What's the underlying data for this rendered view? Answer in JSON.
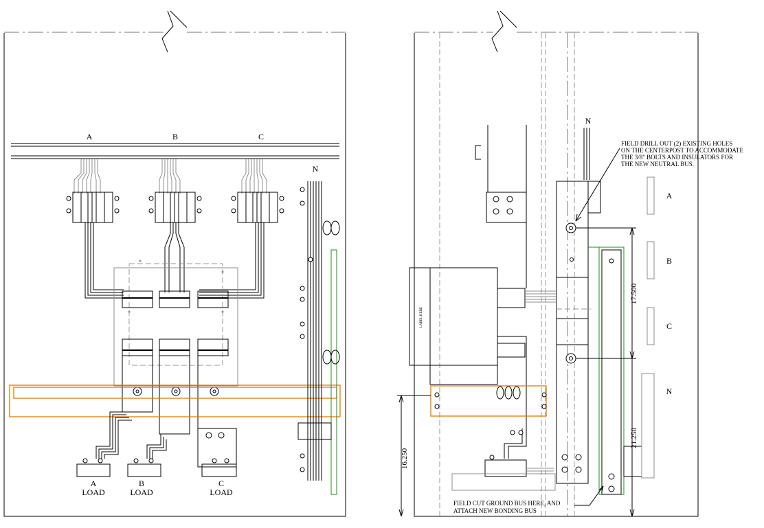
{
  "left_view": {
    "phase_labels": [
      "A",
      "B",
      "C"
    ],
    "neutral_label": "N",
    "load_labels": [
      {
        "phase": "A",
        "load": "LOAD"
      },
      {
        "phase": "B",
        "load": "LOAD"
      },
      {
        "phase": "C",
        "load": "LOAD"
      }
    ]
  },
  "right_view": {
    "neutral_label": "N",
    "bus_labels": [
      "A",
      "B",
      "C",
      "N"
    ],
    "note_drill": [
      "FIELD DRILL OUT (2) EXISTING HOLES",
      "ON THE CENTERPOST TO ACCOMMODATE",
      "THE 3/8\" BOLTS AND INSULATORS FOR",
      "THE NEW NEUTRAL BUS."
    ],
    "note_cut": [
      "FIELD CUT GROUND BUS HERE, AND",
      "ATTACH NEW BONDING BUS"
    ],
    "dimensions": {
      "left_height": "16.250",
      "upper_right": "17.500",
      "lower_right": "21.250"
    },
    "device_label": "LABEL HERE"
  },
  "colors": {
    "new_bus_outline": "#e07b00",
    "bonding_bus": "#1e8a1e"
  }
}
